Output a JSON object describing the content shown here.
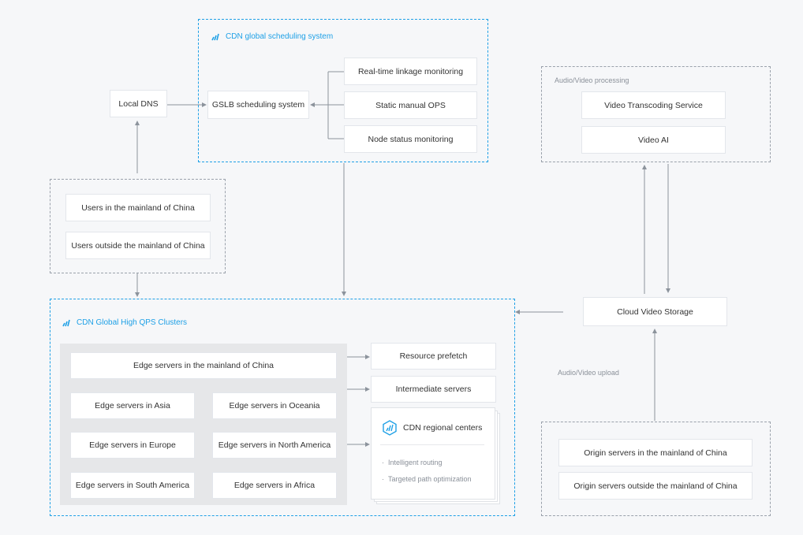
{
  "scheduling": {
    "title": "CDN global scheduling system",
    "gslb": "GSLB scheduling system",
    "realtime": "Real-time linkage monitoring",
    "static_ops": "Static manual OPS",
    "node_status": "Node status monitoring"
  },
  "local_dns": "Local DNS",
  "users": {
    "mainland": "Users in the mainland of China",
    "outside": "Users outside the mainland of China"
  },
  "av_processing": {
    "title": "Audio/Video processing",
    "transcoding": "Video Transcoding Service",
    "video_ai": "Video AI"
  },
  "cloud_storage": "Cloud Video Storage",
  "av_upload": "Audio/Video upload",
  "origin": {
    "mainland": "Origin servers in the mainland of China",
    "outside": "Origin servers outside the mainland of China"
  },
  "clusters": {
    "title": "CDN Global High QPS Clusters",
    "edge_mainland": "Edge servers in the mainland of China",
    "edge_asia": "Edge servers in Asia",
    "edge_oceania": "Edge servers in Oceania",
    "edge_europe": "Edge servers in Europe",
    "edge_north_america": "Edge servers in North America",
    "edge_south_america": "Edge servers in South America",
    "edge_africa": "Edge servers in Africa",
    "resource_prefetch": "Resource prefetch",
    "intermediate": "Intermediate servers",
    "regional": {
      "title": "CDN regional centers",
      "bullet1": "Intelligent routing",
      "bullet2": "Targeted path optimization"
    }
  },
  "colors": {
    "accent": "#1ea0e6",
    "line": "#8c939c",
    "panel": "#e6e7e9"
  },
  "icons": [
    "cdn-logo-icon",
    "cdn-hex-icon"
  ]
}
